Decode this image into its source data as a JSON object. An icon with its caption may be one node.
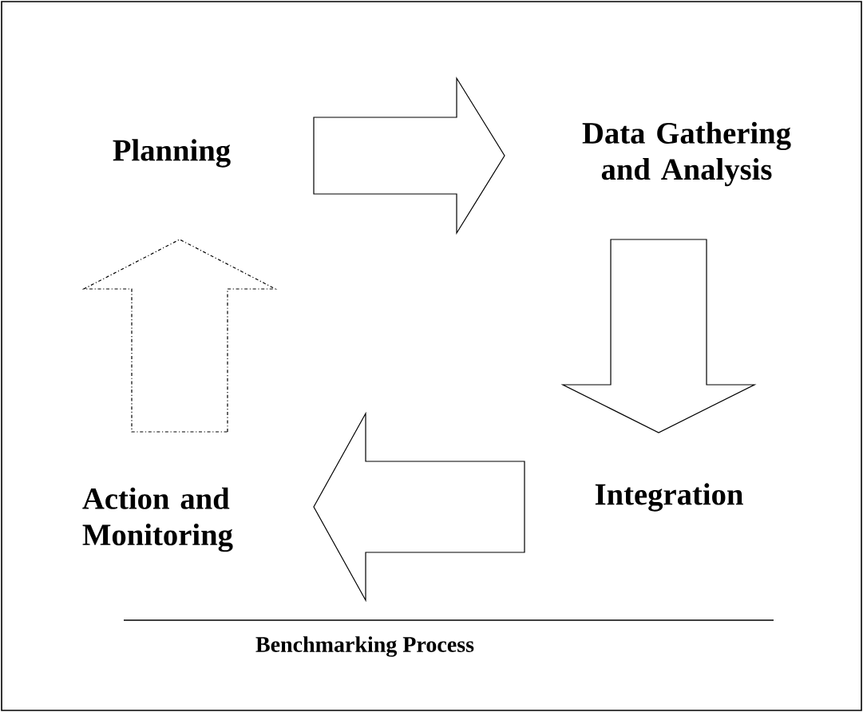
{
  "diagram": {
    "caption": "Benchmarking Process",
    "nodes": [
      {
        "text": [
          "Planning"
        ]
      },
      {
        "text": [
          "Data Gathering and Analysis"
        ]
      },
      {
        "text": [
          "Integration"
        ]
      },
      {
        "text": [
          "Action and Monitoring"
        ]
      }
    ],
    "edges": [
      {
        "from": 0,
        "to": 1,
        "arrow": "to"
      },
      {
        "from": 1,
        "to": 2,
        "arrow": "to"
      },
      {
        "from": 2,
        "to": 3,
        "arrow": "to"
      },
      {
        "from": 3,
        "to": 0,
        "arrow": "to",
        "style": "dashed"
      }
    ]
  }
}
